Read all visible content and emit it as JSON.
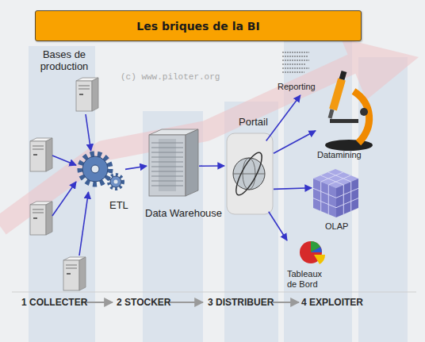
{
  "diagram": {
    "title": "Les briques de la BI",
    "nodes": [
      {
        "text": [
          "Bases de production"
        ]
      },
      {
        "text": [
          "ETL"
        ]
      },
      {
        "text": [
          "Data Warehouse"
        ]
      },
      {
        "text": [
          "Portail"
        ]
      },
      {
        "text": [
          "Reporting"
        ]
      },
      {
        "text": [
          "Datamining"
        ]
      },
      {
        "text": [
          "OLAP"
        ]
      },
      {
        "text": [
          "Tableaux de Bord"
        ]
      }
    ],
    "edges": [
      {
        "from": 0,
        "to": 1,
        "arrow": "to"
      },
      {
        "from": 1,
        "to": 2,
        "arrow": "to"
      },
      {
        "from": 2,
        "to": 3,
        "arrow": "to"
      },
      {
        "from": 3,
        "to": 4,
        "arrow": "to"
      },
      {
        "from": 3,
        "to": 5,
        "arrow": "to"
      },
      {
        "from": 3,
        "to": 6,
        "arrow": "to"
      },
      {
        "from": 3,
        "to": 7,
        "arrow": "to"
      }
    ],
    "labels": [
      "(c) www.piloter.org",
      "1 COLLECTER",
      "2 STOCKER",
      "3 DISTRIBUER",
      "4 EXPLOITER"
    ]
  }
}
